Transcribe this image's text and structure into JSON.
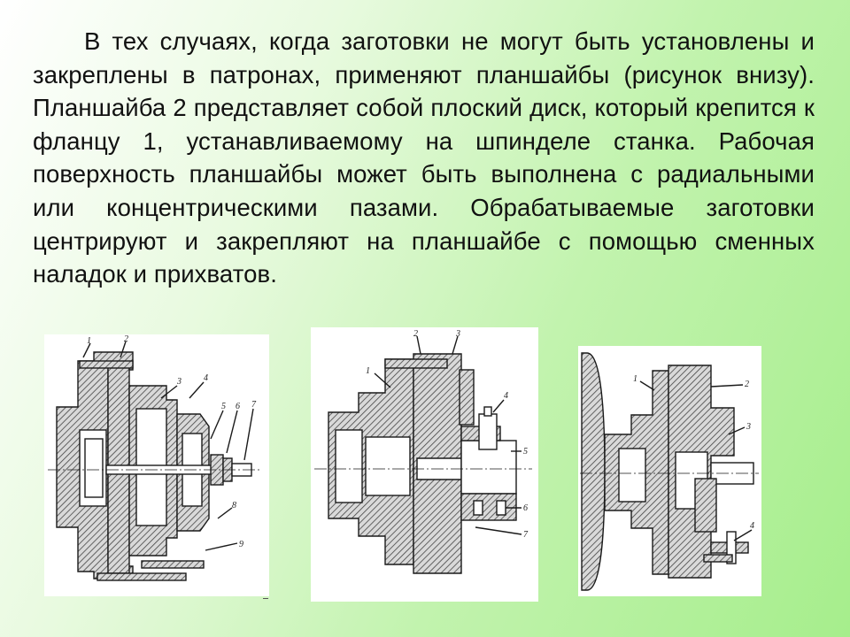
{
  "text": {
    "paragraph": "В тех случаях, когда заготовки не могут быть установлены и закреплены в патронах, применяют планшайбы (рисунок внизу). Планшайба 2 представляет собой плоский диск, который крепится к фланцу 1, устанавливаемому на шпинделе станка. Рабочая поверхность планшайбы может быть выполнена с радиальными или концентрическими пазами. Обрабатываемые заготовки центрируют и закрепляют на планшайбе с помощью сменных наладок и прихватов."
  },
  "figures": [
    {
      "callouts": [
        "1",
        "2",
        "3",
        "4",
        "5",
        "6",
        "7",
        "8",
        "9"
      ]
    },
    {
      "callouts": [
        "1",
        "2",
        "3",
        "4",
        "5",
        "6",
        "7"
      ]
    },
    {
      "callouts": [
        "1",
        "2",
        "3",
        "4"
      ]
    }
  ],
  "colors": {
    "background_start": "#ffffff",
    "background_end": "#a6ee8c",
    "text": "#111111",
    "drawing_stroke": "#1a1a1a",
    "hatch": "#4a4a4a"
  }
}
